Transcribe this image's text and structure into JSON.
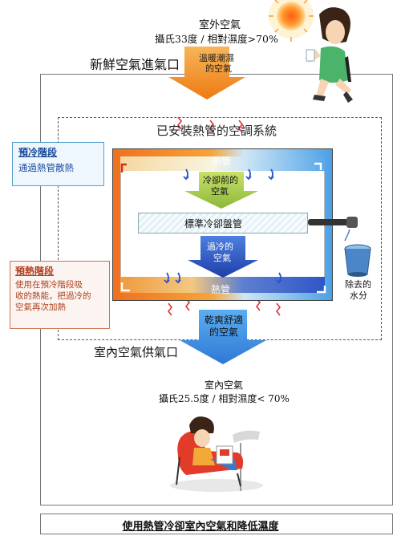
{
  "outdoor": {
    "label": "室外空氣",
    "conditions": "攝氏33度 / 相對濕度>70%"
  },
  "fresh_air_inlet": "新鮮空氣進氣口",
  "warm_humid_air": [
    "溫暖潮濕",
    "的空氣"
  ],
  "system_title": "已安裝熱管的空調系統",
  "heat_pipe_top": "熱管",
  "heat_pipe_bottom": "熱管",
  "precooled_air": [
    "冷卻前的",
    "空氣"
  ],
  "standard_coil": "標準冷卻盤管",
  "overcooled_air": [
    "過冷的",
    "空氣"
  ],
  "water_removed": [
    "除去的",
    "水分"
  ],
  "dry_comfortable_air": [
    "乾爽舒適",
    "的空氣"
  ],
  "indoor_supply_outlet": "室內空氣供氣口",
  "indoor": {
    "label": "室內空氣",
    "conditions": "攝氏25.5度 / 相對濕度< 70%"
  },
  "precool_note": {
    "title": "預冷階段",
    "body": "通過熱管散熱"
  },
  "reheat_note": {
    "title": "預熱階段",
    "body": [
      "使用在預冷階段吸",
      "收的熱能，把過冷的",
      "空氣再次加熱"
    ]
  },
  "caption": "使用熱管冷卻室內空氣和降低濕度",
  "colors": {
    "warm_arrow": "#f08a1e",
    "cool_arrow": "#3d8fe0",
    "frame": "#777777",
    "precool_note_border": "#5aa0d0",
    "reheat_note_text": "#b04020"
  },
  "icons": [
    "sun-icon",
    "hot-person-icon",
    "relaxed-person-icon",
    "water-bucket-icon",
    "heat-wave-icon",
    "airflow-arrow-icon"
  ]
}
